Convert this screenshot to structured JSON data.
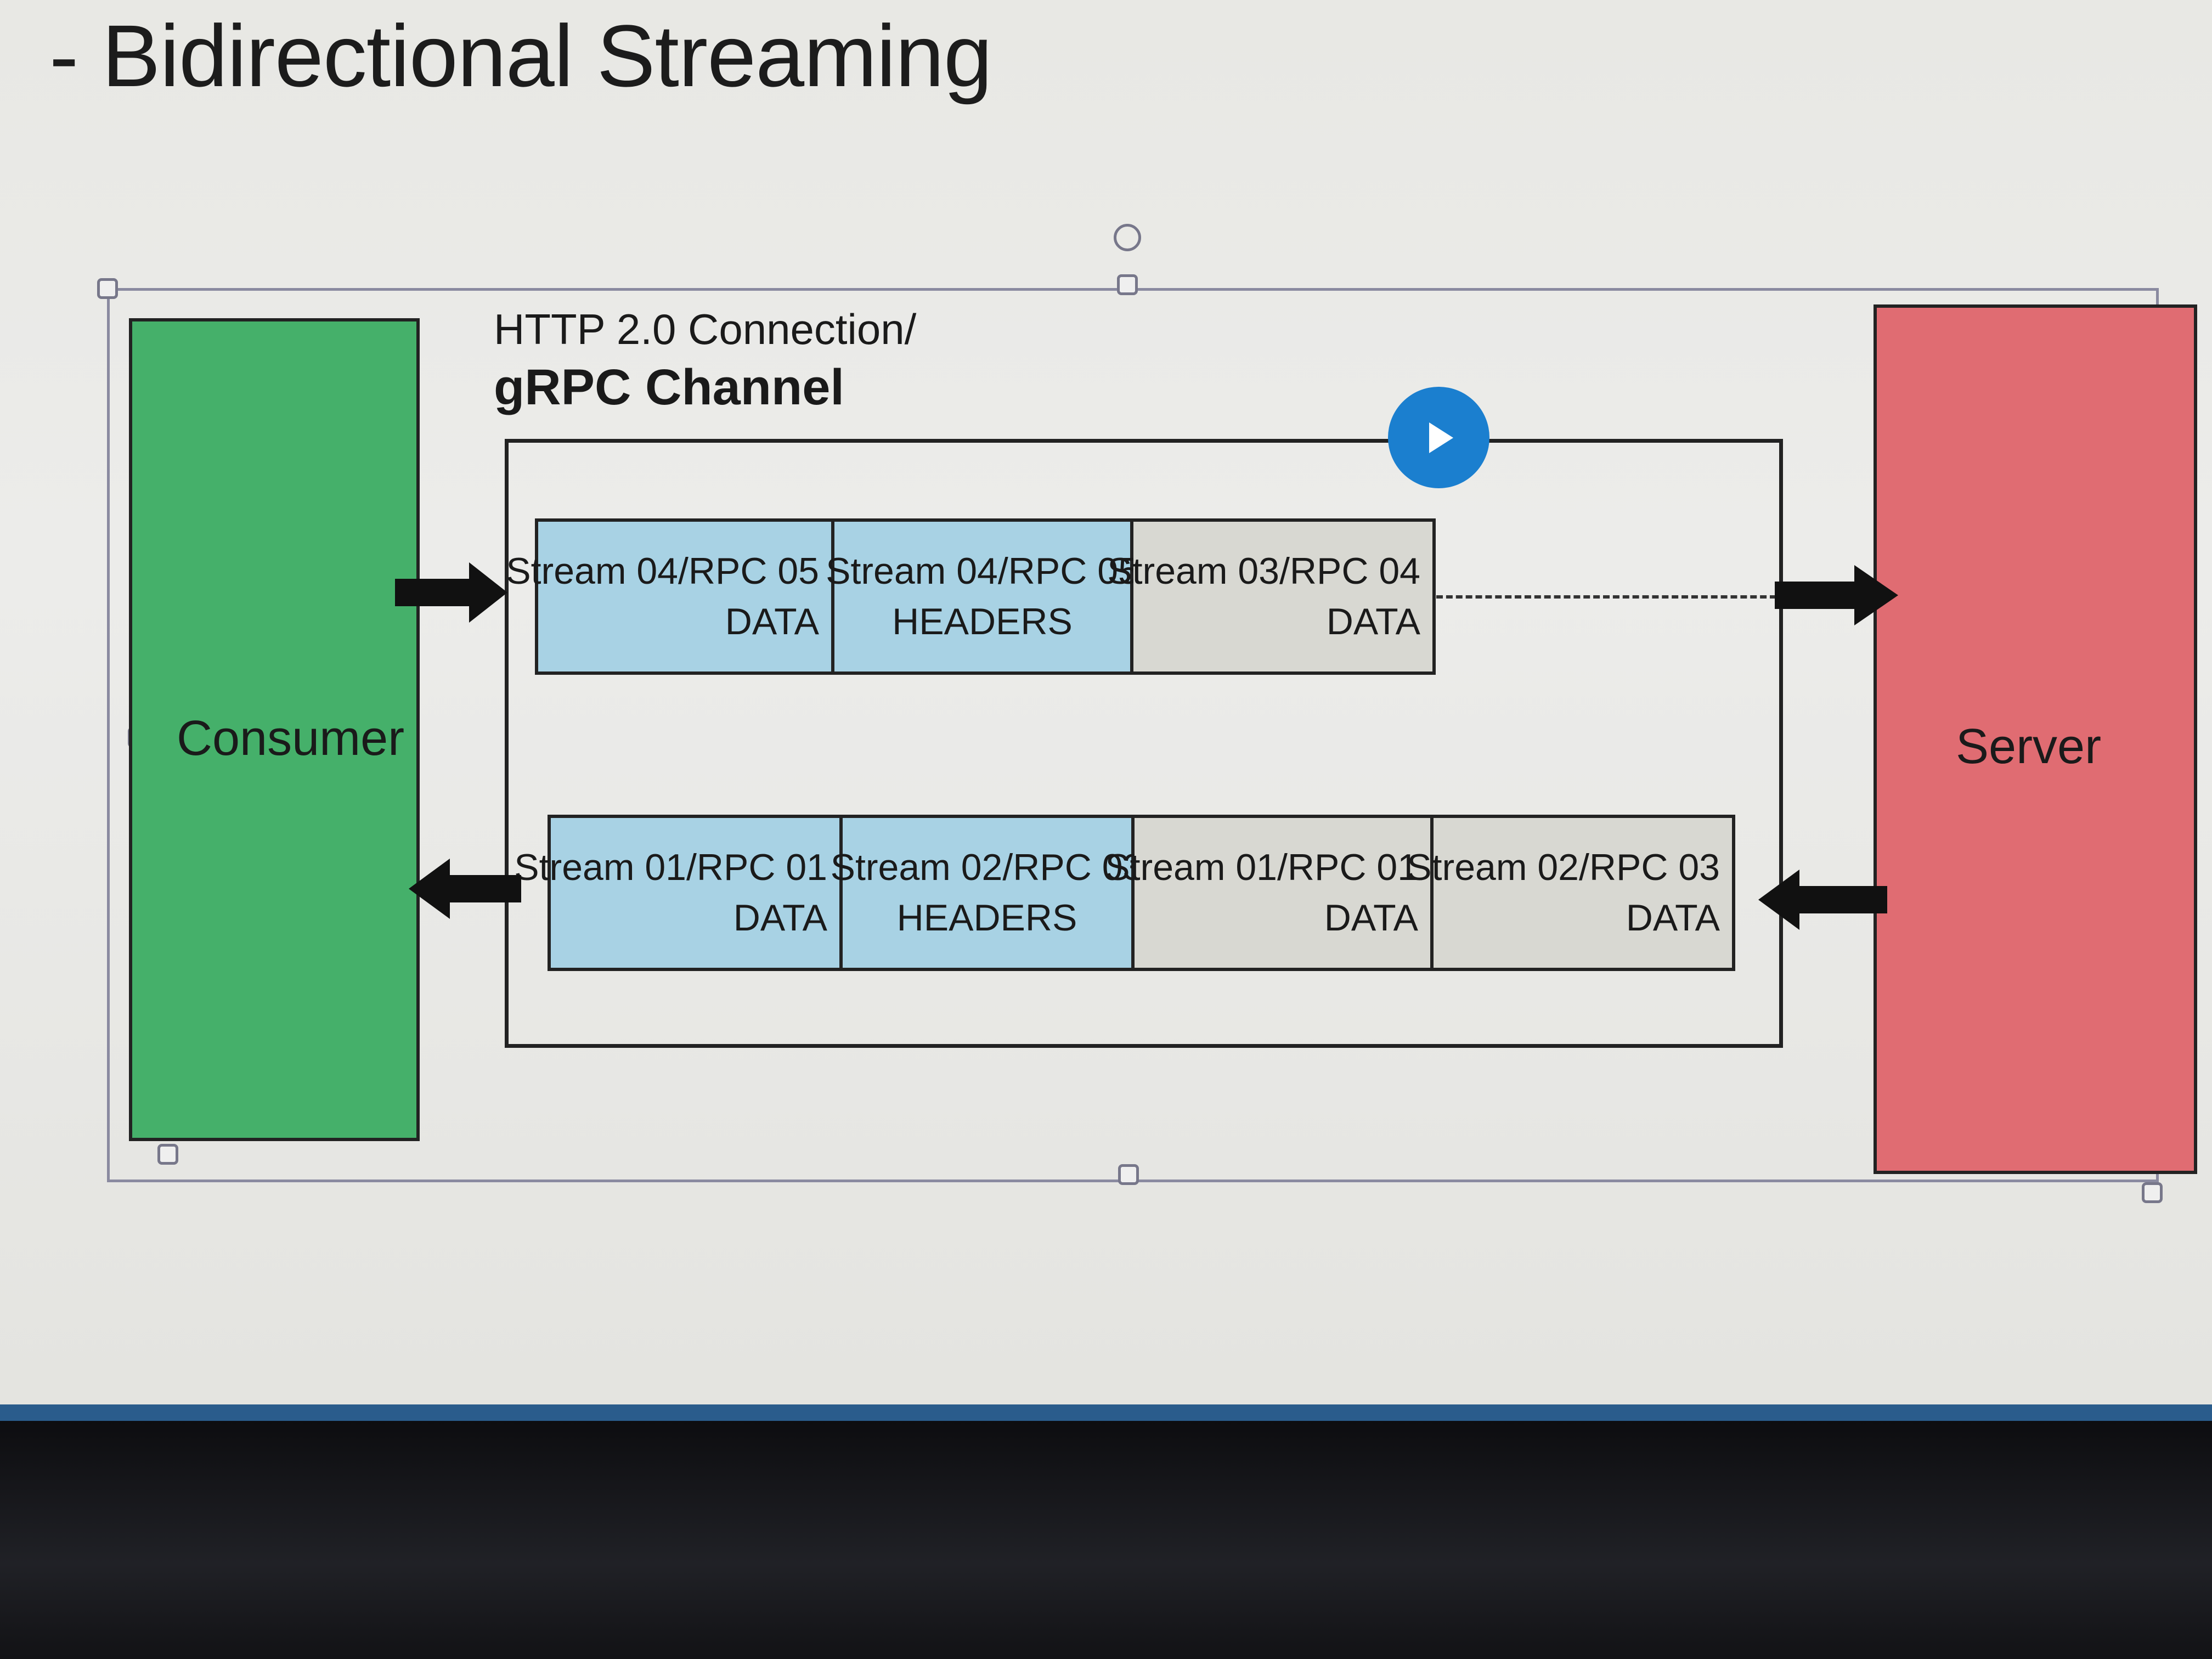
{
  "slide": {
    "title": "- Bidirectional Streaming"
  },
  "diagram": {
    "channel_label_line1": "HTTP 2.0 Connection/",
    "channel_label_line2": "gRPC Channel",
    "consumer_label": "Consumer",
    "server_label": "Server",
    "request_frames": [
      {
        "stream": "Stream 04/RPC 05",
        "type": "DATA",
        "color": "#a8d2e4"
      },
      {
        "stream": "Stream 04/RPC 05",
        "type": "HEADERS",
        "color": "#a8d2e4"
      },
      {
        "stream": "Stream 03/RPC 04",
        "type": "DATA",
        "color": "#d8d8d2"
      }
    ],
    "response_frames": [
      {
        "stream": "Stream 01/RPC 01",
        "type": "DATA",
        "color": "#a8d2e4"
      },
      {
        "stream": "Stream 02/RPC 03",
        "type": "HEADERS",
        "color": "#a8d2e4"
      },
      {
        "stream": "Stream 01/RPC 01",
        "type": "DATA",
        "color": "#d8d8d2"
      },
      {
        "stream": "Stream 02/RPC 03",
        "type": "DATA",
        "color": "#d8d8d2"
      }
    ]
  },
  "colors": {
    "consumer": "#45b06a",
    "server": "#e06c72",
    "play_button": "#1b7fcf"
  },
  "icons": {
    "play": "play-icon"
  }
}
